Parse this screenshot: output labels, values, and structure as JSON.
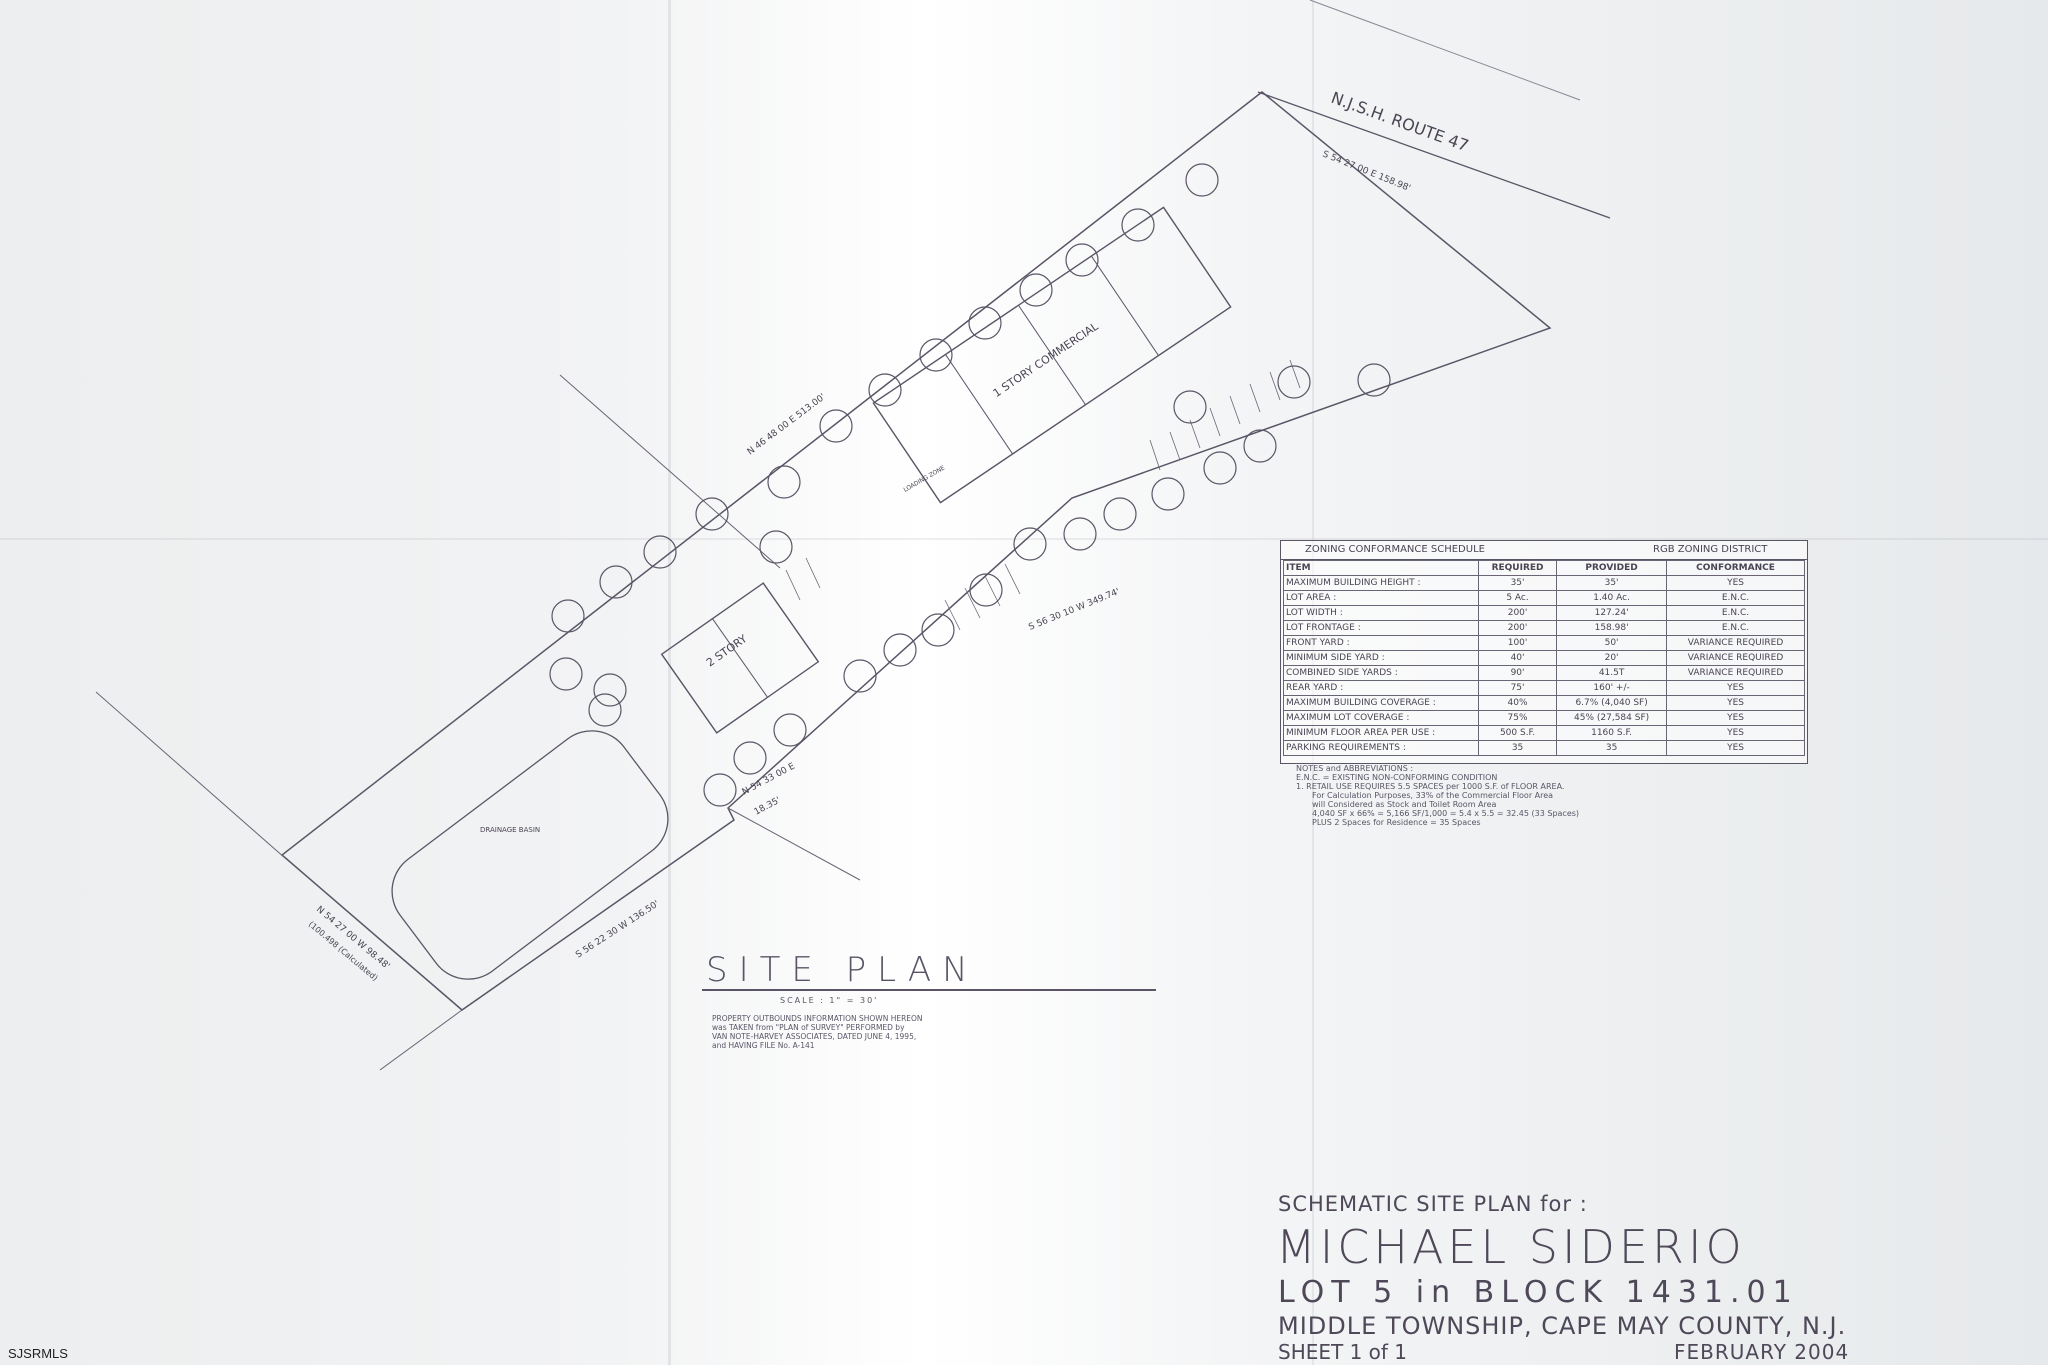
{
  "drawing": {
    "road_label": "N.J.S.H. ROUTE 47",
    "bearings": {
      "frontage": "S 54 27 00 E  158.98'",
      "northwest": "N 46 48 00 E  513.00'",
      "southeast": "S 56 30 10 W  349.74'",
      "rear": "S 56 22 30 W  136.50'",
      "west": "N 54 27 00 W  98.48'",
      "west_calc": "(100.498 (Calculated)",
      "jog": "N 54 33 00 E",
      "jog_dist": "18.35'"
    },
    "buildings": {
      "commercial_1": "1 STORY COMMERCIAL",
      "commercial_2": "2 STORY",
      "drainage": "DRAINAGE BASIN",
      "loading": "LOADING ZONE"
    }
  },
  "schedule": {
    "title": "ZONING CONFORMANCE SCHEDULE",
    "district": "RGB ZONING DISTRICT",
    "columns": [
      "ITEM",
      "REQUIRED",
      "PROVIDED",
      "CONFORMANCE"
    ],
    "rows": [
      {
        "item": "MAXIMUM BUILDING HEIGHT :",
        "required": "35'",
        "provided": "35'",
        "conformance": "YES"
      },
      {
        "item": "LOT AREA :",
        "required": "5 Ac.",
        "provided": "1.40 Ac.",
        "conformance": "E.N.C."
      },
      {
        "item": "LOT WIDTH :",
        "required": "200'",
        "provided": "127.24'",
        "conformance": "E.N.C."
      },
      {
        "item": "LOT FRONTAGE :",
        "required": "200'",
        "provided": "158.98'",
        "conformance": "E.N.C."
      },
      {
        "item": "FRONT YARD :",
        "required": "100'",
        "provided": "50'",
        "conformance": "VARIANCE REQUIRED"
      },
      {
        "item": "MINIMUM SIDE YARD :",
        "required": "40'",
        "provided": "20'",
        "conformance": "VARIANCE REQUIRED"
      },
      {
        "item": "COMBINED SIDE YARDS :",
        "required": "90'",
        "provided": "41.5T",
        "conformance": "VARIANCE REQUIRED"
      },
      {
        "item": "REAR YARD :",
        "required": "75'",
        "provided": "160' +/-",
        "conformance": "YES"
      },
      {
        "item": "MAXIMUM BUILDING COVERAGE :",
        "required": "40%",
        "provided": "6.7% (4,040 SF)",
        "conformance": "YES"
      },
      {
        "item": "MAXIMUM LOT COVERAGE :",
        "required": "75%",
        "provided": "45% (27,584 SF)",
        "conformance": "YES"
      },
      {
        "item": "MINIMUM FLOOR AREA PER USE :",
        "required": "500 S.F.",
        "provided": "1160 S.F.",
        "conformance": "YES"
      },
      {
        "item": "PARKING REQUIREMENTS :",
        "required": "35",
        "provided": "35",
        "conformance": "YES"
      }
    ]
  },
  "notes": [
    "NOTES and ABBREVIATIONS :",
    "E.N.C. = EXISTING NON-CONFORMING CONDITION",
    "1.  RETAIL USE REQUIRES 5.5 SPACES per 1000 S.F. of FLOOR AREA.",
    "For Calculation Purposes, 33% of the Commercial Floor Area",
    "will Considered as Stock and Toilet Room Area",
    "4,040 SF x 66% = 5,166 SF/1,000 = 5.4 x 5.5 = 32.45 (33 Spaces)",
    "PLUS 2 Spaces for Residence = 35 Spaces"
  ],
  "site_plan": {
    "title": "SITE PLAN",
    "scale": "SCALE : 1\" = 30'",
    "property_note": [
      "PROPERTY OUTBOUNDS INFORMATION SHOWN HEREON",
      "was TAKEN from \"PLAN of SURVEY\" PERFORMED by",
      "VAN NOTE-HARVEY ASSOCIATES, DATED JUNE 4, 1995,",
      "and HAVING FILE No. A-141"
    ]
  },
  "title_block": {
    "line1": "SCHEMATIC SITE PLAN for :",
    "line2": "MICHAEL SIDERIO",
    "line3": "LOT 5 in BLOCK 1431.01",
    "line4": "MIDDLE TOWNSHIP, CAPE MAY COUNTY, N.J.",
    "sheet": "SHEET 1 of 1",
    "date": "FEBRUARY 2004"
  },
  "watermark": "SJSRMLS"
}
